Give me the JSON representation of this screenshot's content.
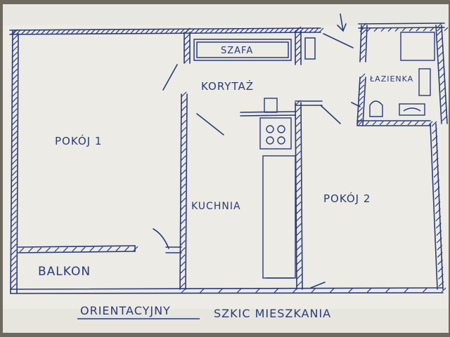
{
  "rooms": {
    "pokoj1": "POKÓJ 1",
    "szafa": "SZAFA",
    "korytarz": "KORYTAŻ",
    "lazienka": "ŁAZIENKA",
    "kuchnia": "KUCHNIA",
    "pokoj2": "POKÓJ 2",
    "balkon": "BALKON"
  },
  "caption": {
    "part1": "ORIENTACYJNY",
    "part2": "SZKIC MIESZKANIA"
  },
  "colors": {
    "ink": "#2b3a78",
    "paper": "#ecebe5"
  }
}
